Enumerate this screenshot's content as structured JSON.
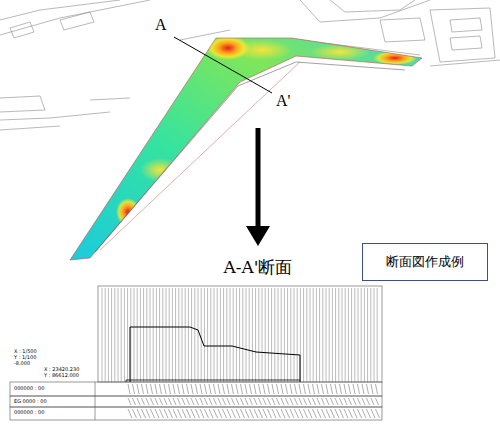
{
  "diagram": {
    "title": "A-A'断面",
    "nodes": [
      {
        "text": [
          "断面図作成例"
        ]
      }
    ],
    "labels": [
      "A",
      "A'",
      "X : 1/500",
      "Y : 1/100",
      "-8.000",
      "X : 23420.230",
      "Y : 86612.000",
      "000000 : 00",
      "EG 0000 : 00",
      "000000 : 00"
    ]
  }
}
